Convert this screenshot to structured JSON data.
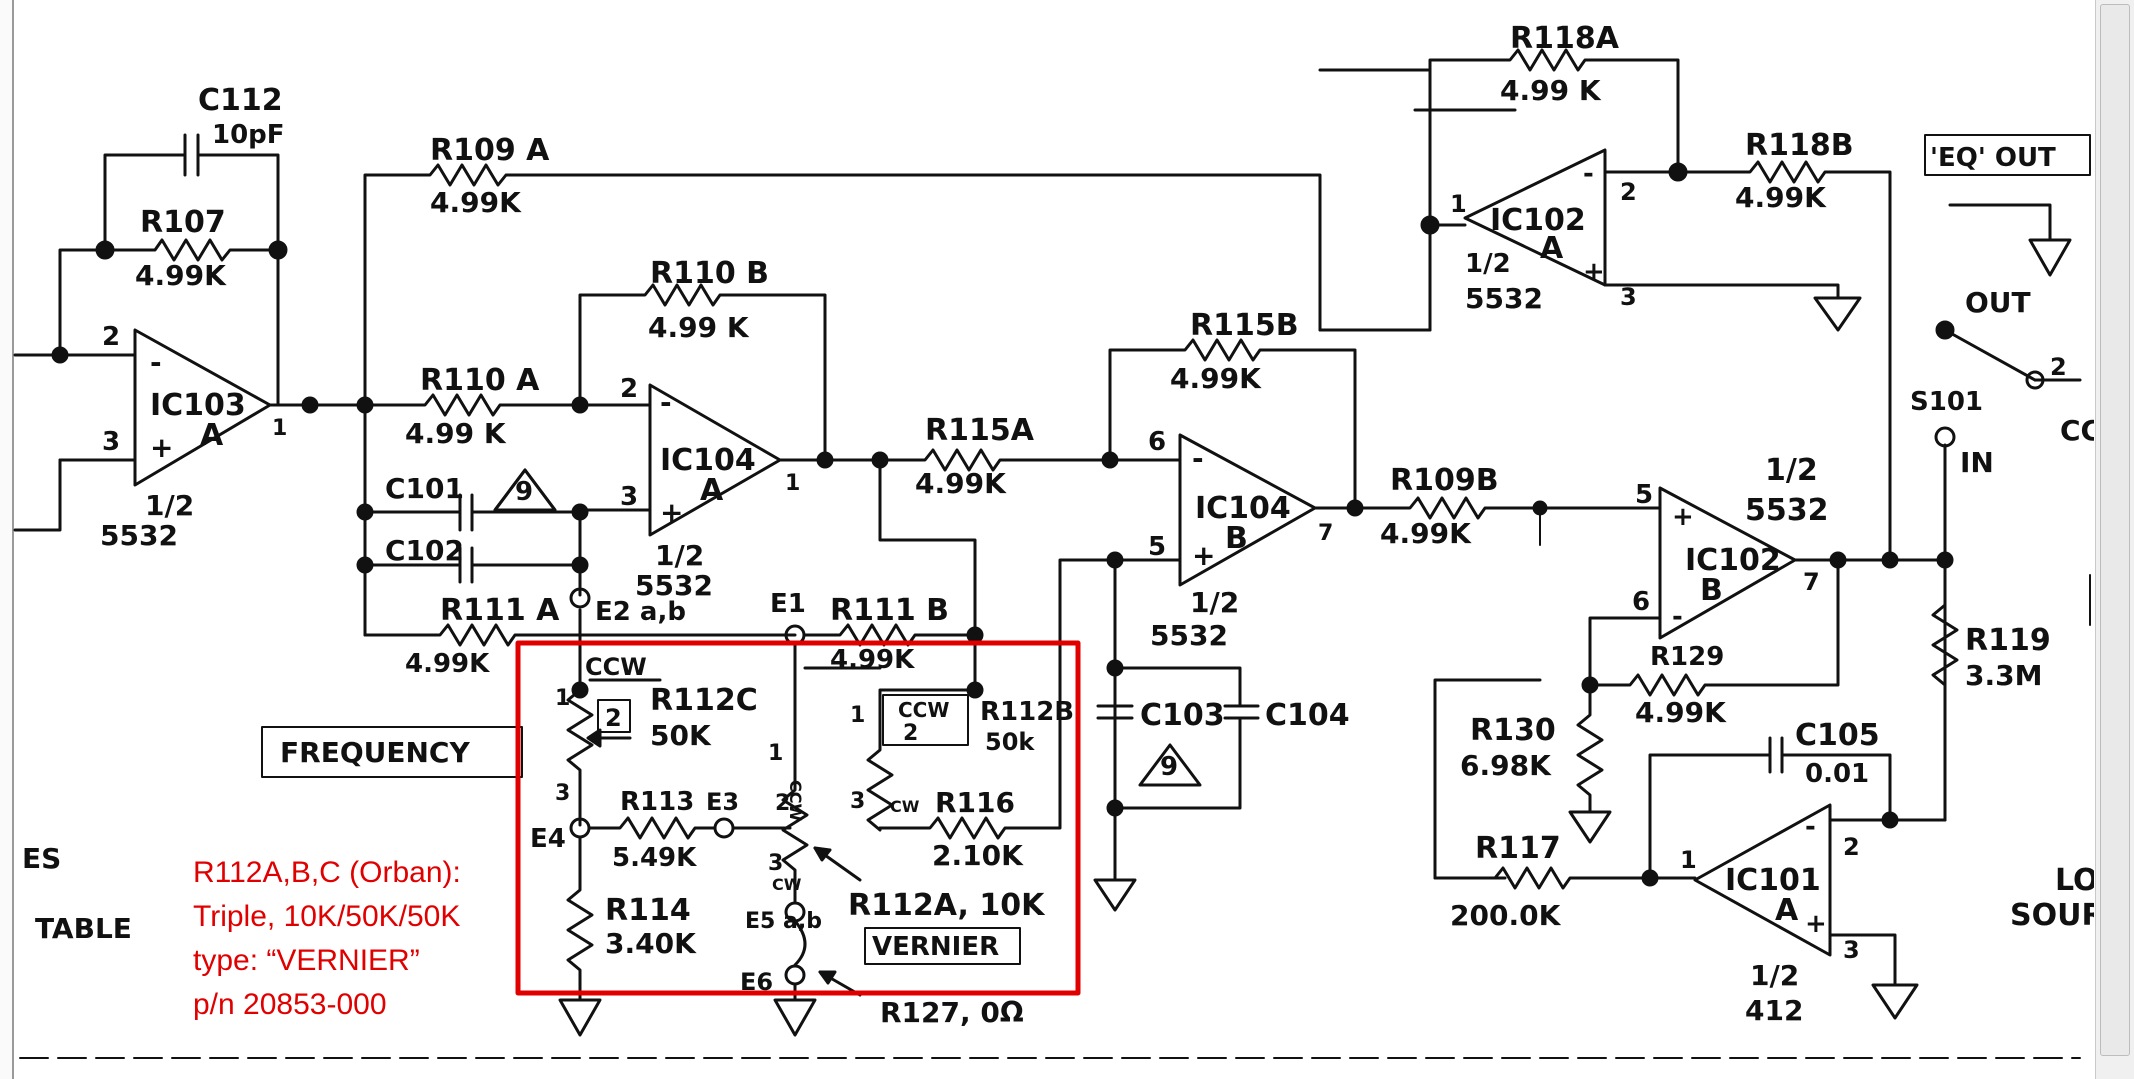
{
  "colors": {
    "ink": "#111111",
    "highlight": "#e00000",
    "background": "#ffffff"
  },
  "labels": {
    "c112": "C112",
    "c112_val": "10pF",
    "r107": "R107",
    "r107_val": "4.99K",
    "r109a": "R109 A",
    "r109a_val": "4.99K",
    "r110b": "R110 B",
    "r110b_val": "4.99 K",
    "r110a": "R110 A",
    "r110a_val": "4.99 K",
    "ic103": "IC103",
    "ic103_unit": "A",
    "ic103_half": "1/2",
    "ic103_part": "5532",
    "ic104a": "IC104",
    "ic104a_unit": "A",
    "ic104a_half": "1/2",
    "ic104a_part": "5532",
    "c101": "C101",
    "c102": "C102",
    "note9": "9",
    "r111a": "R111 A",
    "r111a_val": "4.99K",
    "e2": "E2 a,b",
    "e1": "E1",
    "r111b": "R111 B",
    "r111b_val": "4.99K",
    "r115b": "R115B",
    "r115b_val": "4.99K",
    "r115a": "R115A",
    "r115a_val": "4.99K",
    "ic104b": "IC104",
    "ic104b_unit": "B",
    "ic104b_half": "1/2",
    "ic104b_part": "5532",
    "r109b": "R109B",
    "r109b_val": "4.99K",
    "c103": "C103",
    "c104": "C104",
    "r118a": "R118A",
    "r118a_val": "4.99 K",
    "r118b": "R118B",
    "r118b_val": "4.99K",
    "ic102a": "IC102",
    "ic102a_unit": "A",
    "ic102a_half": "1/2",
    "ic102a_part": "5532",
    "eq_out": "'EQ' OUT",
    "out": "OUT",
    "in": "IN",
    "s101": "S101",
    "ic102b": "IC102",
    "ic102b_unit": "B",
    "ic102b_half": "1/2",
    "ic102b_part": "5532",
    "r129": "R129",
    "r129_val": "4.99K",
    "r119": "R119",
    "r119_val": "3.3M",
    "r130": "R130",
    "r130_val": "6.98K",
    "c105": "C105",
    "c105_val": "0.01",
    "r117": "R117",
    "r117_val": "200.0K",
    "ic101": "IC101",
    "ic101_unit": "A",
    "ic101_half": "1/2",
    "ic101_part": "412",
    "frequency": "FREQUENCY",
    "ccw": "CCW",
    "cw": "CW",
    "r112c": "R112C",
    "r112c_val": "50K",
    "r112b": "R112B",
    "r112b_val": "50k",
    "r113": "R113",
    "r113_val": "5.49K",
    "e3": "E3",
    "e4": "E4",
    "r116": "R116",
    "r116_val": "2.10K",
    "r114": "R114",
    "r114_val": "3.40K",
    "e5": "E5 a,b",
    "e6": "E6",
    "r112a": "R112A, 10K",
    "vernier": "VERNIER",
    "r127": "R127, 0Ω",
    "table": "TABLE",
    "es": "ES",
    "lo": "LO",
    "sour": "SOUR",
    "cc": "CC"
  },
  "annotation": {
    "line1": "R112A,B,C (Orban):",
    "line2": "Triple, 10K/50K/50K",
    "line3": "type: “VERNIER”",
    "line4": "p/n 20853-000"
  }
}
